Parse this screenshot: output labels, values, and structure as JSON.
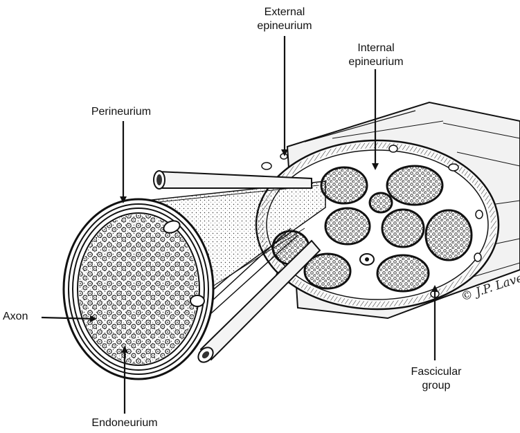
{
  "labels": {
    "external": [
      "External",
      "epineurium"
    ],
    "internal": [
      "Internal",
      "epineurium"
    ],
    "perineurium": "Perineurium",
    "axon": "Axon",
    "endoneurium": "Endoneurium",
    "fascicular": [
      "Fascicular",
      "group"
    ]
  },
  "signature": "© J.P. Lavery",
  "colors": {
    "ink": "#111111",
    "paper": "#ffffff"
  }
}
